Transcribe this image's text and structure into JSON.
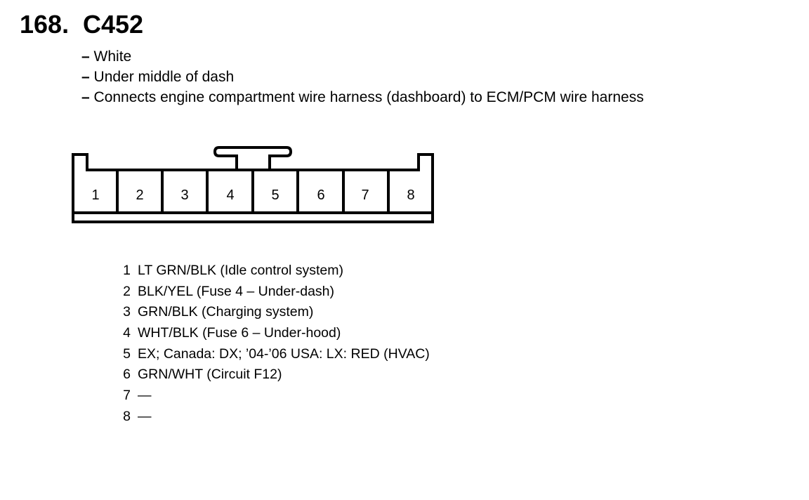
{
  "connector": {
    "number": "168.",
    "name": "C452"
  },
  "notes": [
    {
      "dash": "–",
      "text": "White"
    },
    {
      "dash": "–",
      "text": "Under middle of dash"
    },
    {
      "dash": "–",
      "text": "Connects engine compartment wire harness (dashboard) to ECM/PCM wire harness"
    }
  ],
  "diagram": {
    "cavities": [
      "1",
      "2",
      "3",
      "4",
      "5",
      "6",
      "7",
      "8"
    ]
  },
  "pinouts": [
    {
      "pin": "1",
      "desc": "LT GRN/BLK (Idle control system)"
    },
    {
      "pin": "2",
      "desc": "BLK/YEL (Fuse 4 – Under-dash)"
    },
    {
      "pin": "3",
      "desc": "GRN/BLK (Charging system)"
    },
    {
      "pin": "4",
      "desc": "WHT/BLK (Fuse 6 – Under-hood)"
    },
    {
      "pin": "5",
      "desc": "EX; Canada: DX; ’04-’06 USA: LX: RED (HVAC)"
    },
    {
      "pin": "6",
      "desc": "GRN/WHT (Circuit F12)"
    },
    {
      "pin": "7",
      "desc": "—"
    },
    {
      "pin": "8",
      "desc": "—"
    }
  ]
}
